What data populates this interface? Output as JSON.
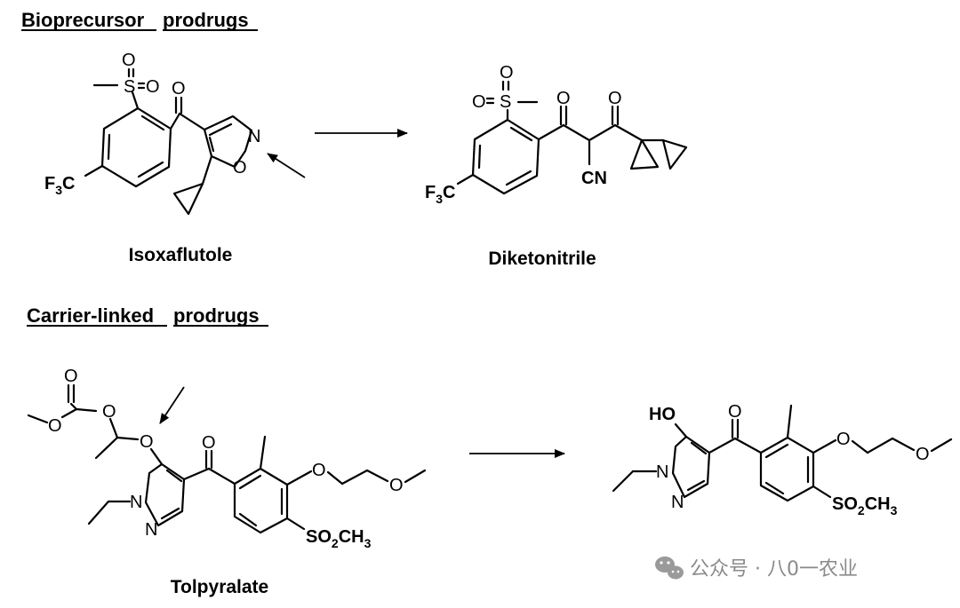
{
  "sections": {
    "bioprecursor": {
      "word1": "Bioprecursor",
      "word2": "prodrugs"
    },
    "carrier": {
      "word1": "Carrier-linked",
      "word2": "prodrugs"
    }
  },
  "compounds": {
    "isoxaflutole": "Isoxaflutole",
    "diketonitrile": "Diketonitrile",
    "tolpyralate": "Tolpyralate"
  },
  "atoms": {
    "O": "O",
    "S": "S",
    "N": "N",
    "F3C_main": "F",
    "F3C_sub": "3",
    "F3C_tail": "C",
    "CN": "CN",
    "HO": "HO",
    "SO2CH3_a": "SO",
    "SO2CH3_sub": "2",
    "SO2CH3_b": "CH",
    "SO2CH3_sub2": "3"
  },
  "watermark": "公众号 · 八0一农业",
  "colors": {
    "ink": "#000000",
    "watermark": "#8a8a8a"
  }
}
